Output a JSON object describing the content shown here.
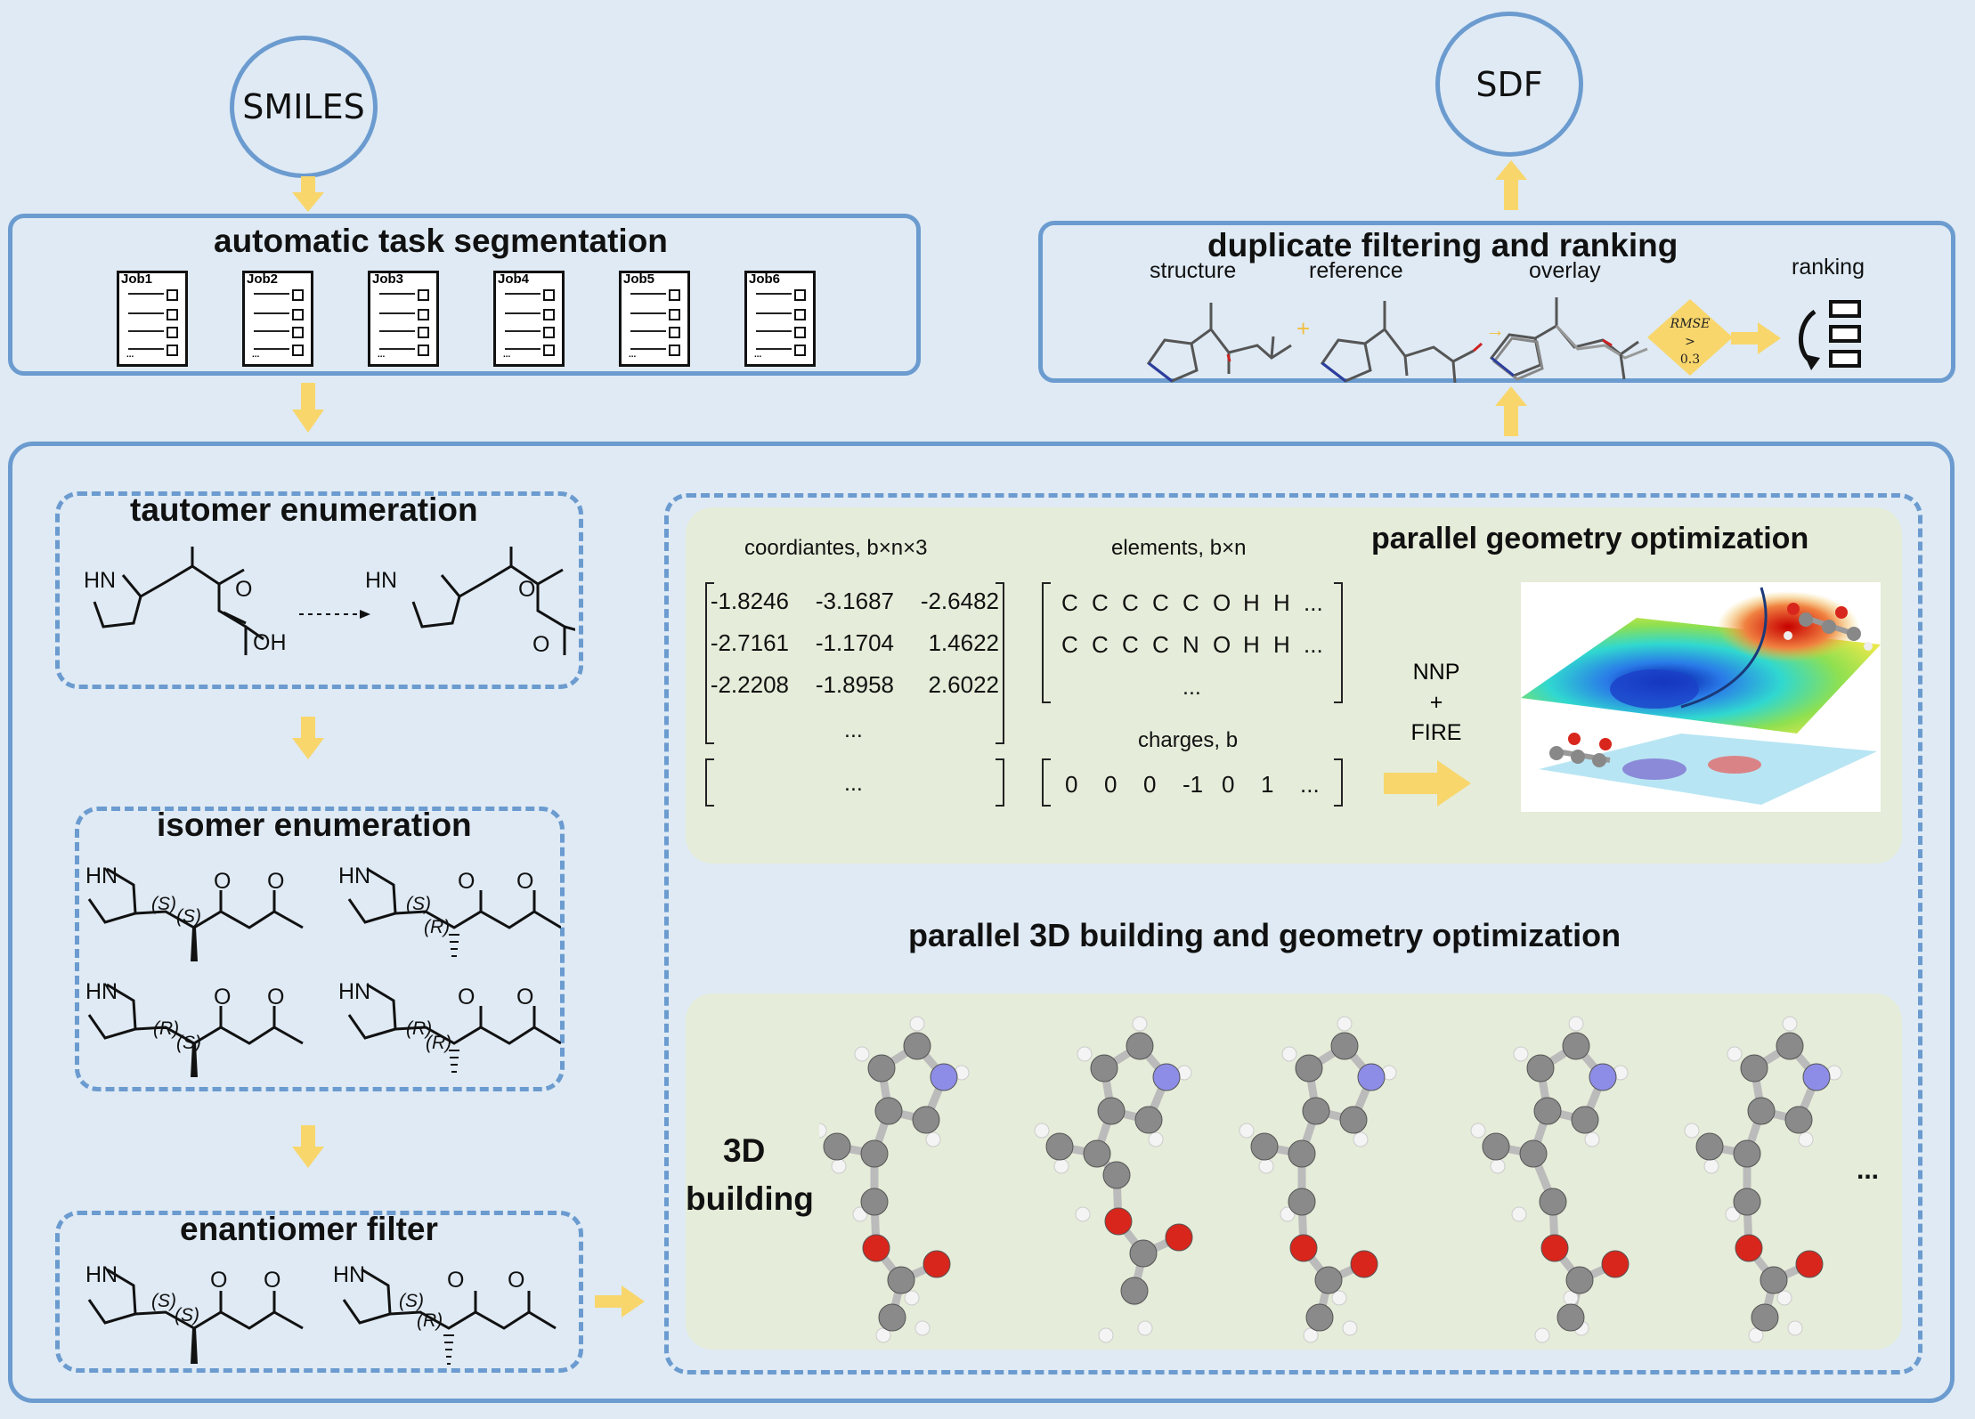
{
  "nodes": {
    "smiles": "SMILES",
    "sdf": "SDF"
  },
  "segmentation": {
    "title": "automatic task segmentation",
    "jobs": [
      "Job1",
      "Job2",
      "Job3",
      "Job4",
      "Job5",
      "Job6"
    ],
    "ellipsis": "..."
  },
  "dedupe": {
    "title": "duplicate filtering and ranking",
    "structure": "structure",
    "reference": "reference",
    "overlay": "overlay",
    "ranking": "ranking",
    "rmse_line1": "RMSE",
    "rmse_line2": ">",
    "rmse_line3": "0.3"
  },
  "tautomer": {
    "title": "tautomer enumeration",
    "hn": "HN",
    "o": "O",
    "oh": "OH"
  },
  "isomer": {
    "title": "isomer enumeration",
    "hn": "HN",
    "o": "O",
    "s": "(S)",
    "r": "(R)"
  },
  "enantiomer": {
    "title": "enantiomer filter"
  },
  "geometry": {
    "title": "parallel geometry optimization",
    "coords_label": "coordiantes, b×n×3",
    "elements_label": "elements, b×n",
    "charges_label": "charges, b",
    "coords_rows": [
      [
        "-1.8246",
        "-3.1687",
        "-2.6482"
      ],
      [
        "-2.7161",
        "-1.1704",
        "1.4622"
      ],
      [
        "-2.2208",
        "-1.8958",
        "2.6022"
      ]
    ],
    "coords_more": "...",
    "coords_batch": "...",
    "elements_rows": [
      [
        "C",
        "C",
        "C",
        "C",
        "C",
        "O",
        "H",
        "H",
        "..."
      ],
      [
        "C",
        "C",
        "C",
        "C",
        "N",
        "O",
        "H",
        "H",
        "..."
      ]
    ],
    "elements_more": "...",
    "charges": [
      "0",
      "0",
      "0",
      "-1",
      "0",
      "1",
      "..."
    ],
    "method_1": "NNP",
    "method_2": "+",
    "method_3": "FIRE"
  },
  "building": {
    "title": "parallel 3D building and geometry optimization",
    "label_1": "3D",
    "label_2": "building",
    "more": "..."
  },
  "colors": {
    "border": "#6b9bcf",
    "arrow": "#f8d66c",
    "panel": "#e5ecd9",
    "background": "#dfeaf4",
    "carbon": "#8a8a8a",
    "oxygen": "#d8261c",
    "nitrogen": "#8d8de8"
  }
}
